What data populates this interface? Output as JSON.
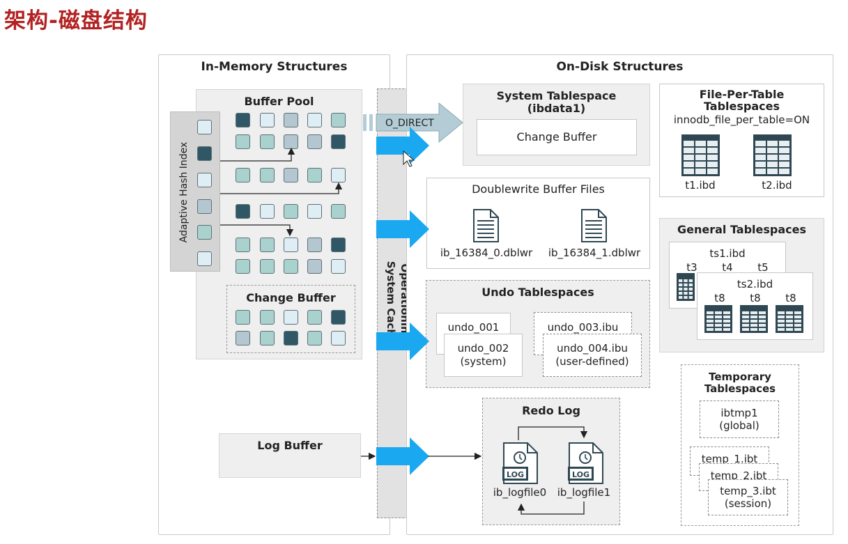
{
  "title": "架构-磁盘结构",
  "in_memory": {
    "header": "In-Memory Structures",
    "buffer_pool": "Buffer Pool",
    "adaptive_hash_index": "Adaptive Hash Index",
    "change_buffer": "Change Buffer",
    "log_buffer": "Log Buffer"
  },
  "os_cache": {
    "line1": "Operationing",
    "line2": "System Cache"
  },
  "o_direct": "O_DIRECT",
  "on_disk": {
    "header": "On-Disk Structures",
    "system_tablespace": {
      "title": "System Tablespace",
      "subtitle": "(ibdata1)",
      "change_buffer": "Change Buffer"
    },
    "file_per_table": {
      "title1": "File-Per-Table",
      "title2": "Tablespaces",
      "setting": "innodb_file_per_table=ON",
      "files": [
        "t1.ibd",
        "t2.ibd"
      ]
    },
    "doublewrite": {
      "title": "Doublewrite Buffer Files",
      "files": [
        "ib_16384_0.dblwr",
        "ib_16384_1.dblwr"
      ]
    },
    "general": {
      "title": "General Tablespaces",
      "ts1": "ts1.ibd",
      "ts1_tables": [
        "t3",
        "t4",
        "t5"
      ],
      "ts2": "ts2.ibd",
      "ts2_tables": [
        "t8",
        "t8",
        "t8"
      ]
    },
    "undo": {
      "title": "Undo Tablespaces",
      "undo_001": "undo_001",
      "undo_002": "undo_002",
      "undo_002_sub": "(system)",
      "undo_003": "undo_003.ibu",
      "undo_004": "undo_004.ibu",
      "undo_004_sub": "(user-defined)"
    },
    "temporary": {
      "title1": "Temporary",
      "title2": "Tablespaces",
      "ibtmp1": "ibtmp1",
      "ibtmp1_sub": "(global)",
      "temp1": "temp_1.ibt",
      "temp2": "temp_2.ibt",
      "temp3": "temp_3.ibt",
      "temp3_sub": "(session)"
    },
    "redo": {
      "title": "Redo Log",
      "files": [
        "ib_logfile0",
        "ib_logfile1"
      ],
      "badge": "LOG"
    }
  }
}
